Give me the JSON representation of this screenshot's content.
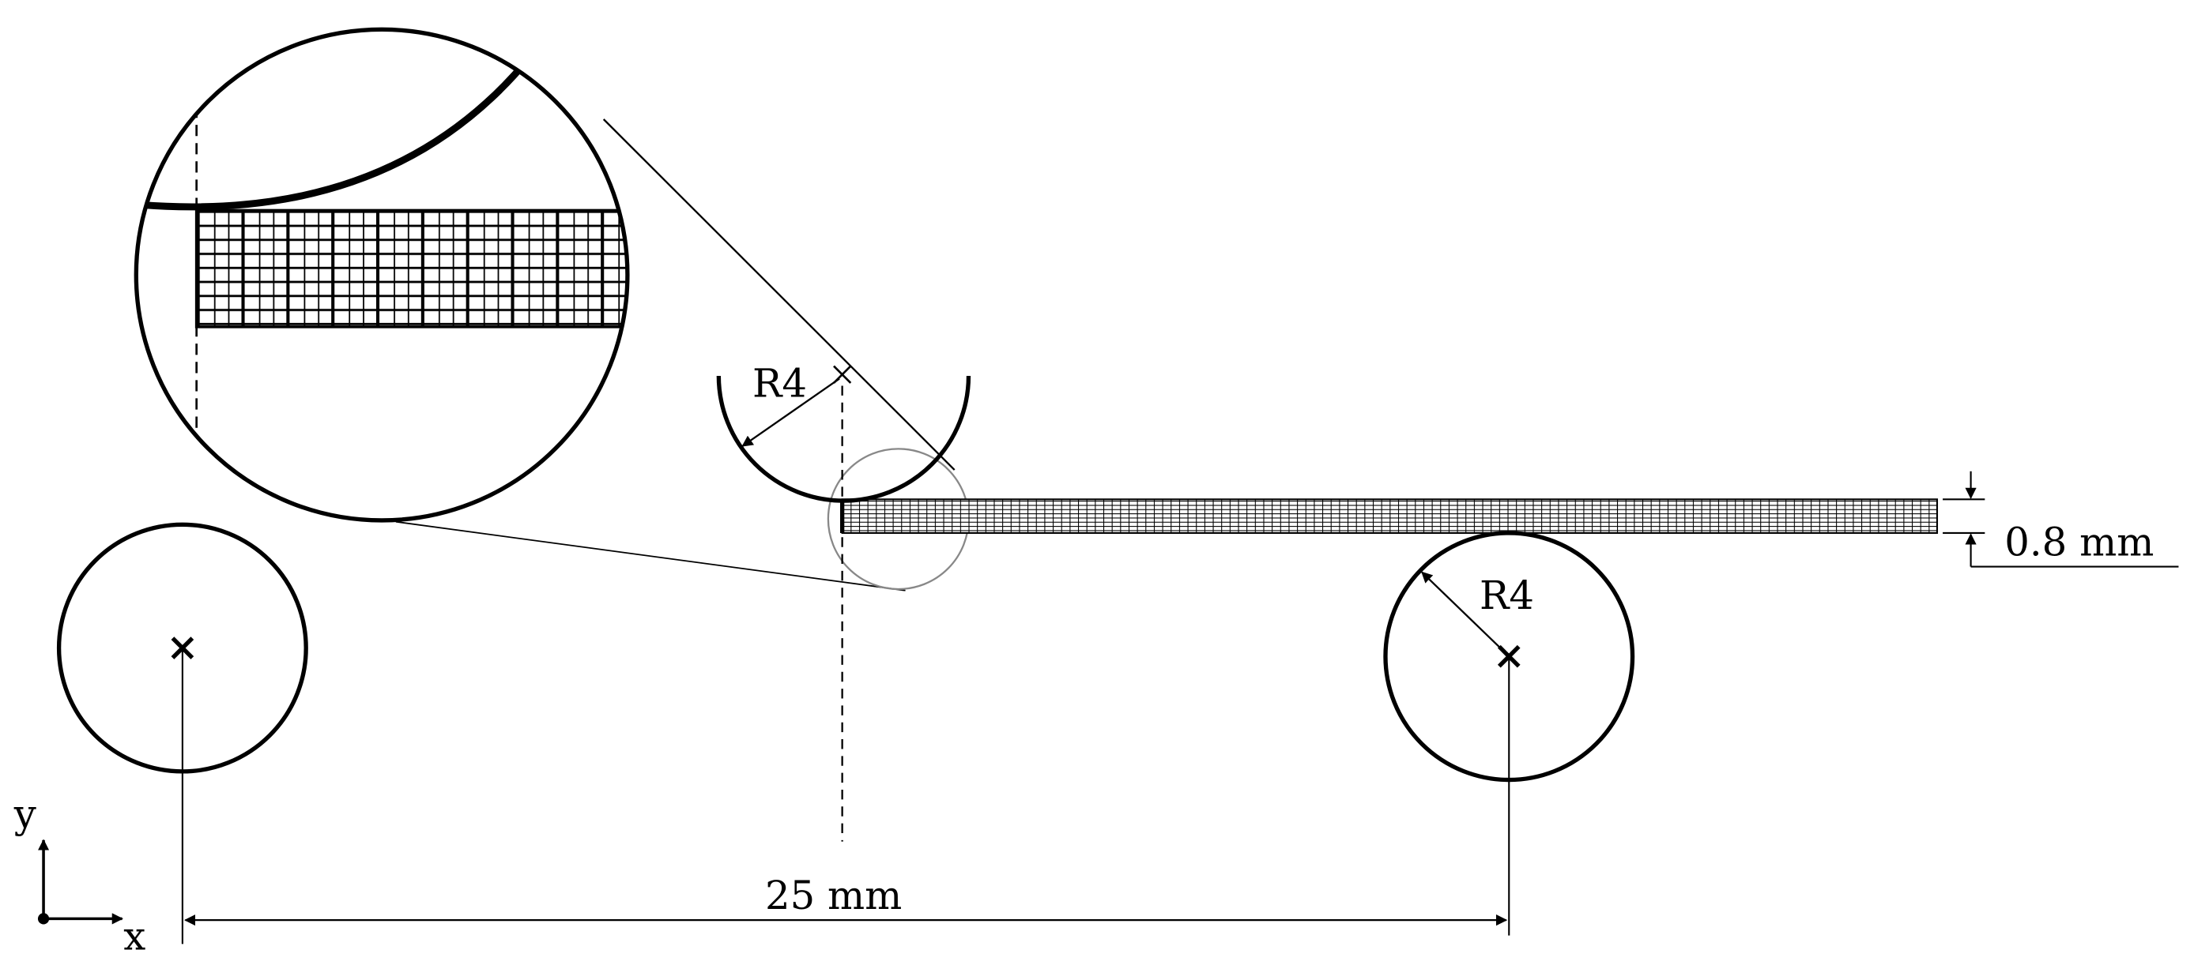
{
  "labels": {
    "punch_radius": "R4",
    "support_radius": "R4",
    "thickness": "0.8 mm",
    "span": "25 mm",
    "axis_y": "y",
    "axis_x": "x"
  },
  "colors": {
    "line": "#000000",
    "zoom_circle_thin": "#888888",
    "background": "#ffffff"
  },
  "icons": {
    "center_mark": "x-cross-icon",
    "arrowhead": "arrowhead-icon"
  }
}
